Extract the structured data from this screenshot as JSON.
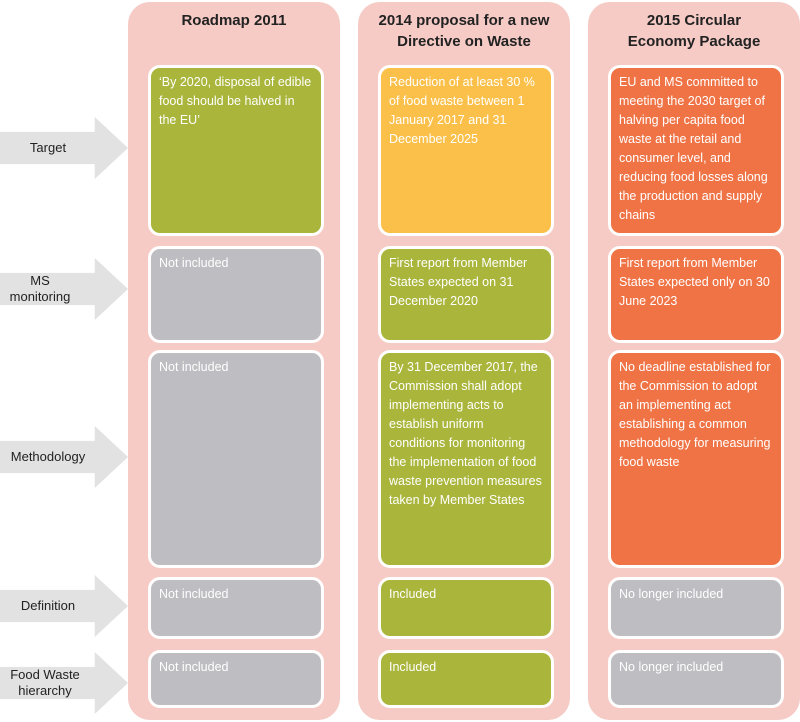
{
  "columns": [
    {
      "title": "Roadmap 2011"
    },
    {
      "title": "2014 proposal for a new Directive on Waste"
    },
    {
      "title": "2015 Circular Economy Package"
    }
  ],
  "rows": [
    {
      "label": "Target"
    },
    {
      "label": "MS monitoring"
    },
    {
      "label": "Methodology"
    },
    {
      "label": "Definition"
    },
    {
      "label": "Food Waste hierarchy"
    }
  ],
  "cells": {
    "target": {
      "roadmap": "‘By 2020, disposal of edible food should be halved in the EU’",
      "proposal": "Reduction of at least 30 % of food waste between 1 January 2017 and 31 December 2025",
      "package": "EU and MS committed to meeting the 2030 target of halving per capita food waste at the retail and consumer level, and reducing food losses along the production and supply chains"
    },
    "monitoring": {
      "roadmap": "Not included",
      "proposal": "First report from Member States expected on 31 December 2020",
      "package": "First report from Member States expected only on 30 June 2023"
    },
    "methodology": {
      "roadmap": "Not included",
      "proposal": "By 31 December 2017, the Commission shall adopt implementing acts to establish uniform conditions for monitoring the implementation of food waste prevention measures taken by Member States",
      "package": "No deadline established for the Commission to adopt an implementing act establishing a common methodology for measuring food waste"
    },
    "definition": {
      "roadmap": "Not included",
      "proposal": "Included",
      "package": "No longer included"
    },
    "hierarchy": {
      "roadmap": "Not included",
      "proposal": "Included",
      "package": "No longer included"
    }
  },
  "colors": {
    "column_bg": "#f6cbc6",
    "green": "#a9b53b",
    "yellow": "#fbc04a",
    "orange": "#ef7345",
    "grey": "#bdbdc2",
    "arrow": "#e2e2e2"
  }
}
